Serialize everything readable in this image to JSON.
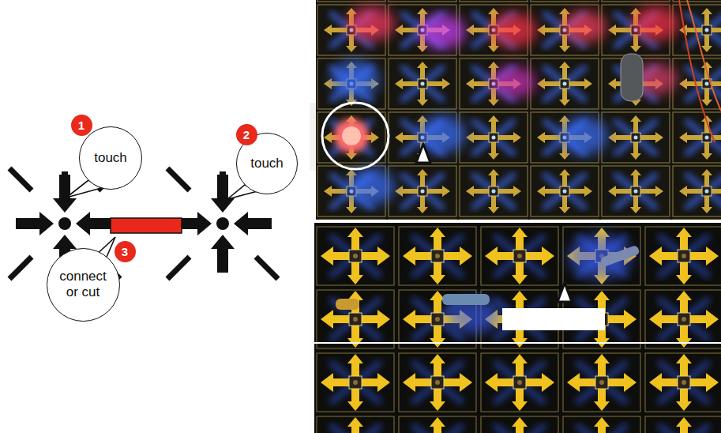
{
  "diagram": {
    "nodes": [
      {
        "text": [
          "1"
        ]
      },
      {
        "text": [
          "touch"
        ]
      },
      {
        "text": [
          "2"
        ]
      },
      {
        "text": [
          "touch"
        ]
      },
      {
        "text": [
          "3"
        ]
      },
      {
        "text": [
          "connect or cut"
        ]
      }
    ]
  }
}
